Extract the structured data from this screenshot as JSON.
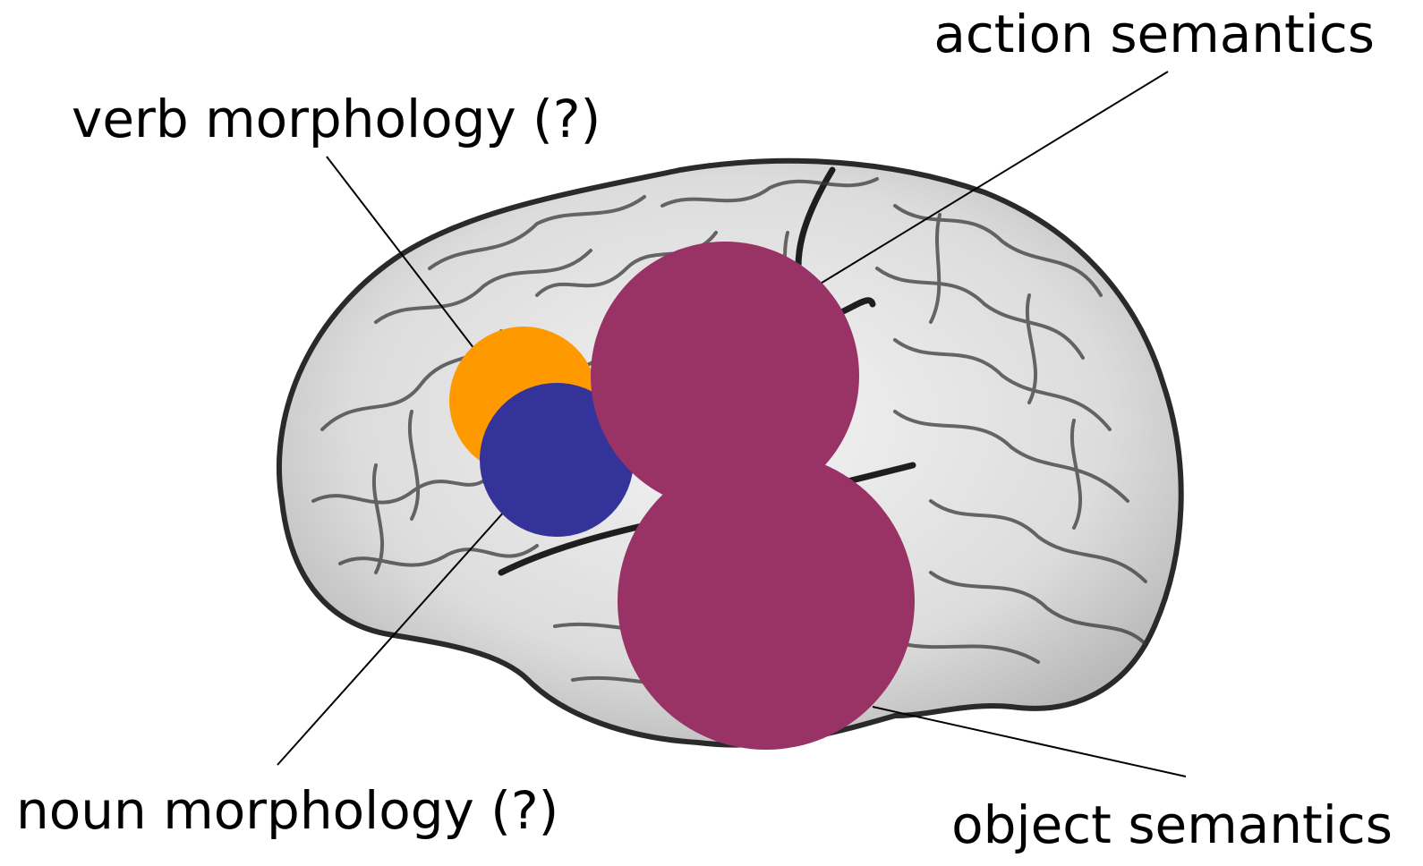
{
  "labels": {
    "action_semantics": "action semantics",
    "verb_morphology": "verb morphology (?)",
    "noun_morphology": "noun morphology (?)",
    "object_semantics": "object semantics"
  },
  "colors": {
    "verb_morphology": "#FF9900",
    "noun_morphology": "#333399",
    "semantics": "#993366",
    "brain_fill": "#e8e8e8",
    "brain_outline": "#2a2a2a",
    "leader_line": "#000000"
  },
  "icons": {
    "brain": "brain-lateral-view-icon"
  }
}
